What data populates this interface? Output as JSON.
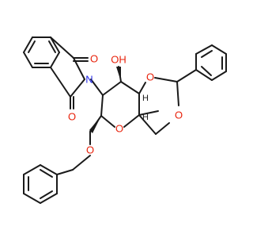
{
  "colors": {
    "bond": "#1a1a1a",
    "oxygen": "#e8210a",
    "nitrogen": "#2329e8",
    "background": "#ffffff"
  },
  "atoms": {
    "o_imide_top": "O",
    "o_imide_bottom": "O",
    "n_imide": "N",
    "oh_hydroxyl": "OH",
    "o_dioxane_top": "O",
    "o_dioxane_right": "O",
    "o_pyranose_ring": "O",
    "o_benzyloxy": "O",
    "h_top_stereo": "H",
    "h_bottom_stereo": "H"
  }
}
